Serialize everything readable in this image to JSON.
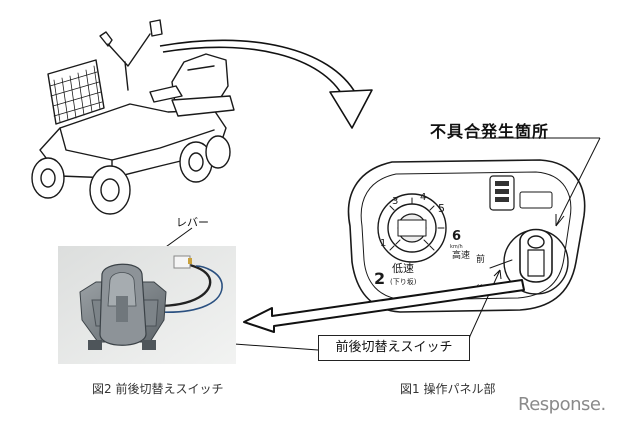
{
  "labels": {
    "defect_location": "不具合発生箇所",
    "switch_callout": "前後切替えスイッチ",
    "lever": "レバー",
    "caption_fig2": "図2 前後切替えスイッチ",
    "caption_fig1": "図1 操作パネル部"
  },
  "panel_markings": {
    "speed_low": "低速",
    "speed_low_sub": "(下り坂)",
    "speed_high": "高速",
    "speed_unit": "km/h",
    "dial_numbers": [
      "1",
      "2",
      "3",
      "4",
      "5",
      "6"
    ],
    "direction_forward": "前",
    "direction_reverse": "後"
  },
  "watermark": "Response."
}
